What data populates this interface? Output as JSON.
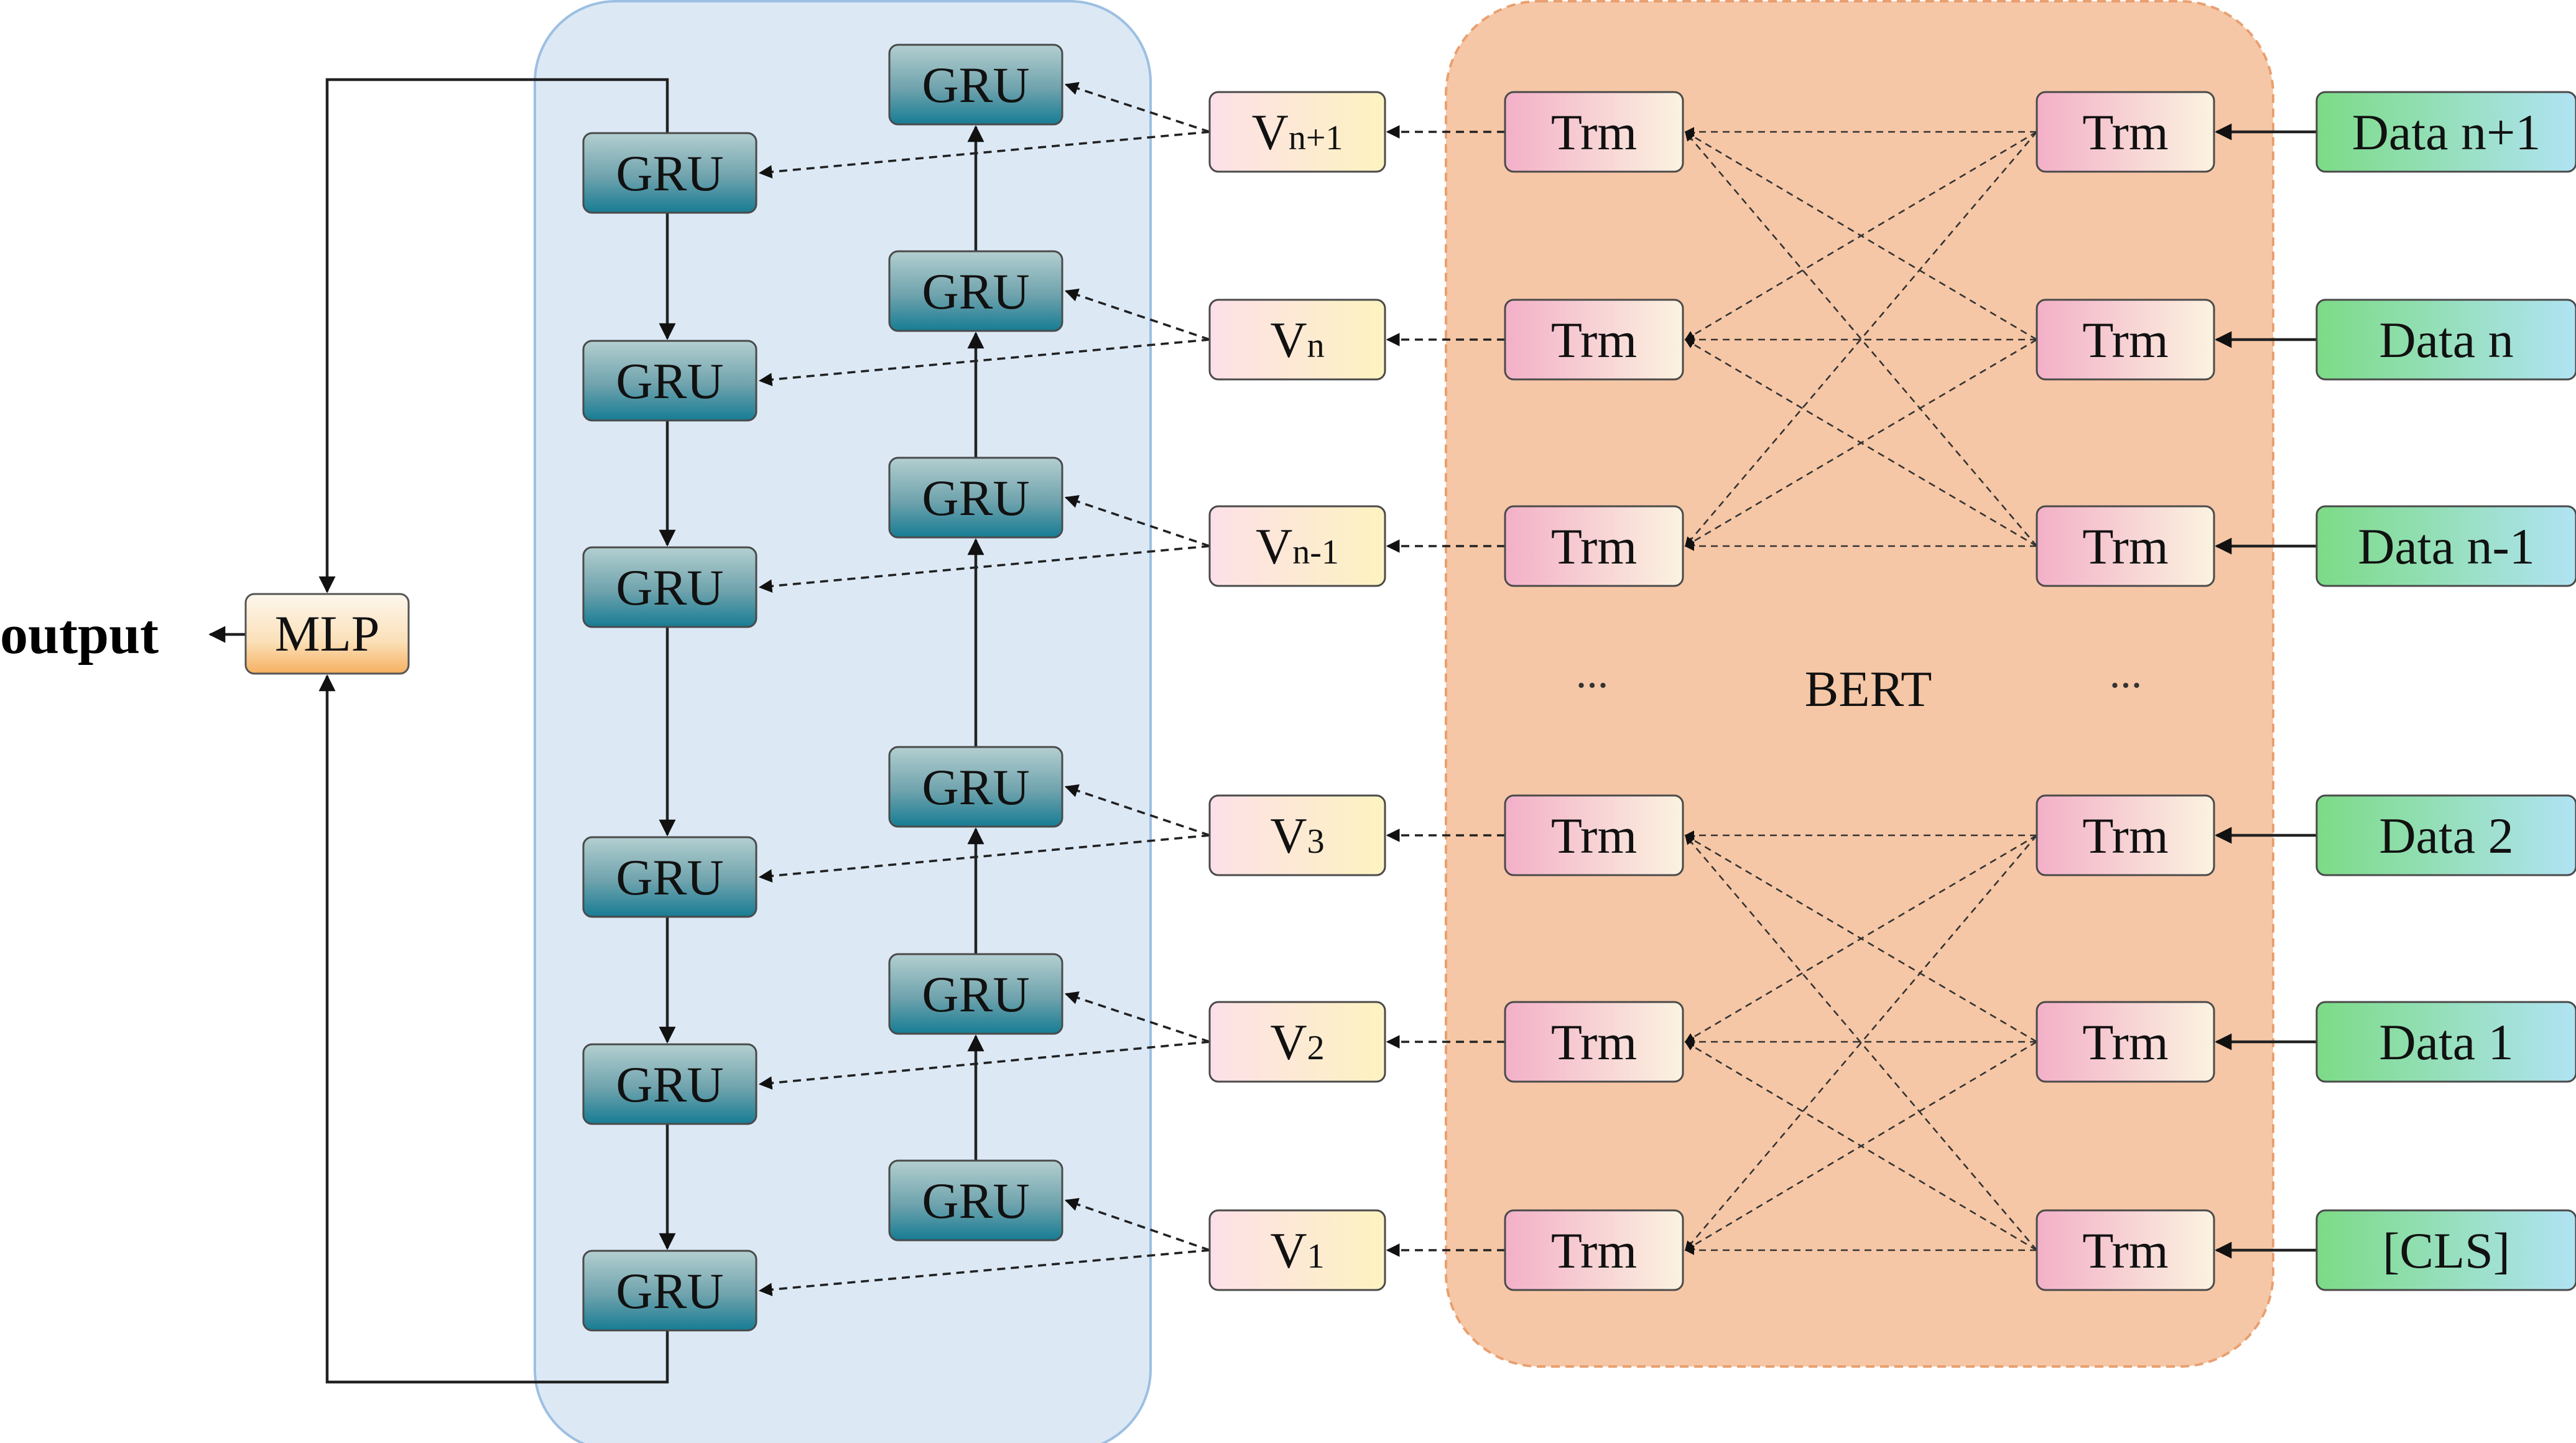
{
  "diagram": {
    "output_label": "output",
    "mlp_label": "MLP",
    "bert_label": "BERT",
    "ellipsis_left": "...",
    "ellipsis_right": "...",
    "gru_label": "GRU",
    "trm_label": "Trm",
    "v_labels": [
      {
        "base": "V",
        "sub": "n+1"
      },
      {
        "base": "V",
        "sub": "n"
      },
      {
        "base": "V",
        "sub": "n-1"
      },
      {
        "base": "V",
        "sub": "3"
      },
      {
        "base": "V",
        "sub": "2"
      },
      {
        "base": "V",
        "sub": "1"
      }
    ],
    "data_labels": [
      "Data n+1",
      "Data n",
      "Data n-1",
      "Data 2",
      "Data 1",
      "[CLS]"
    ]
  },
  "colors": {
    "gru_panel": "#dce9f5",
    "gru_panel_border": "#9dbfe2",
    "bert_panel": "#f6c7a6",
    "bert_panel_border": "#e8a070",
    "gru_box_top": "#a8c6c8",
    "gru_box_bottom": "#1b7f96",
    "trm_left": "#f4b6cc",
    "trm_right": "#fbf0dc",
    "v_left": "#fde2e8",
    "v_right": "#fdf3c2",
    "data_left": "#7fdc8a",
    "data_right": "#aee4f2",
    "mlp_top": "#fdf5e8",
    "mlp_bottom": "#f6b866"
  }
}
